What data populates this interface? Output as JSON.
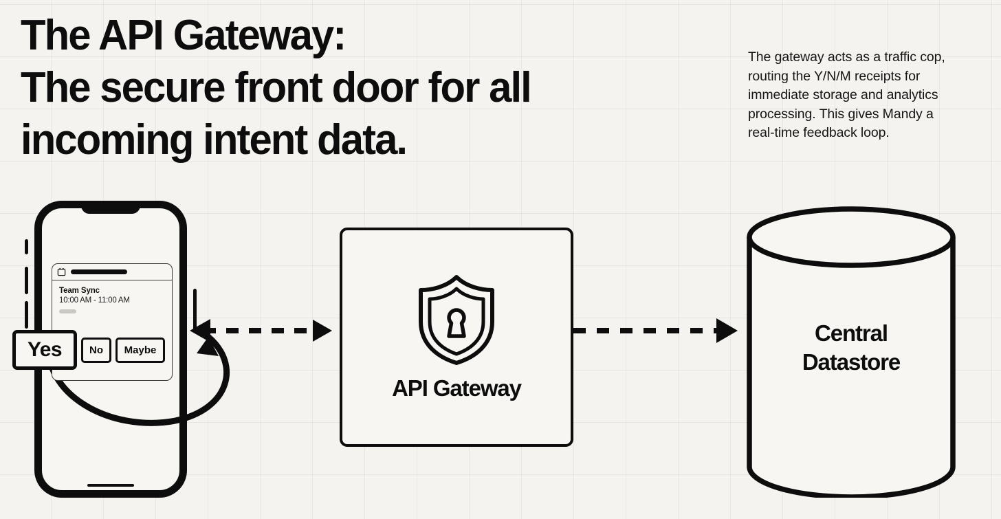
{
  "headline": "The API Gateway:\nThe secure front door for all\nincoming intent data.",
  "sidenote": "The gateway acts as a traffic cop, routing the Y/N/M receipts for immediate storage and analytics processing. This gives Mandy a real-time feedback loop.",
  "phone": {
    "notification": {
      "app_name_redacted": "",
      "title": "Team Sync",
      "time": "10:00 AM - 11:00 AM"
    },
    "rsvp": {
      "yes": "Yes",
      "no": "No",
      "maybe": "Maybe"
    }
  },
  "gateway": {
    "label": "API Gateway",
    "icon": "shield-lock-icon"
  },
  "datastore": {
    "label": "Central\nDatastore"
  },
  "connectors": {
    "gateway_to_phone": "dashed-arrow-left",
    "gateway_to_datastore": "dashed-arrow-right",
    "feedback_loop": "curved-loop-arrow"
  },
  "colors": {
    "background": "#f4f3ef",
    "grid_line": "#e3e2dc",
    "ink": "#0d0d0d",
    "surface": "#f7f6f2",
    "muted": "#c9c8c2"
  }
}
